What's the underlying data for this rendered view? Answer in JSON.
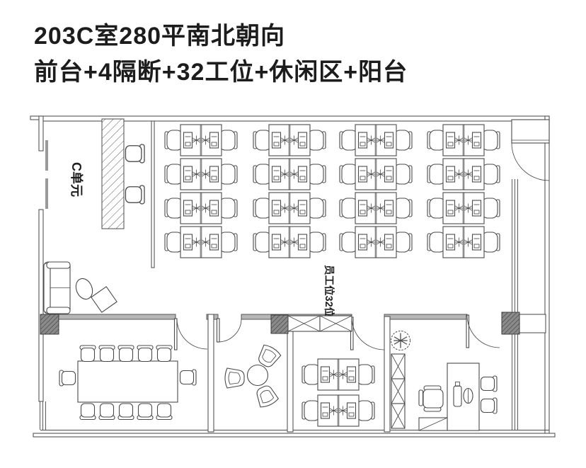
{
  "header": {
    "title_line1": "203C室280平南北朝向",
    "title_line2": "前台+4隔断+32工位+休闲区+阳台"
  },
  "floorplan": {
    "unit_label": "C单元",
    "staff_label": "员工位32位",
    "colors": {
      "ink": "#4a4a4a",
      "wall": "#555555",
      "text": "#1c1c1c",
      "column": "#8a8a8a",
      "bg": "#ffffff"
    }
  }
}
